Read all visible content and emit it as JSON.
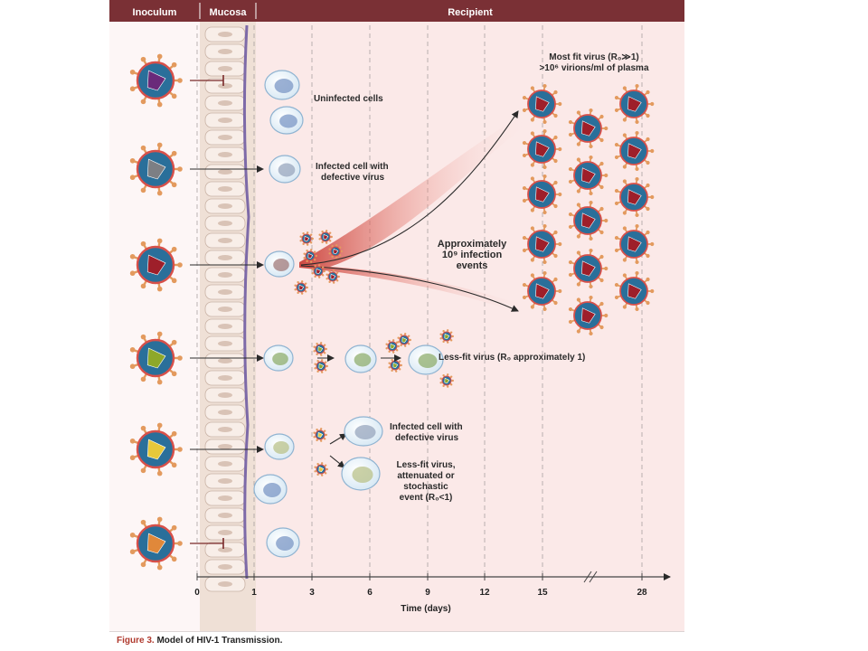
{
  "headers": {
    "inoculum": "Inoculum",
    "mucosa": "Mucosa",
    "recipient": "Recipient"
  },
  "labels": {
    "uninfected": "Uninfected cells",
    "infected_defective_1": [
      "Infected cell with",
      "defective virus"
    ],
    "most_fit": [
      "Most fit virus (R₀≫1)",
      ">10⁶ virions/ml of plasma"
    ],
    "infection_events": [
      "Approximately",
      "10⁹ infection",
      "events"
    ],
    "less_fit": "Less-fit virus (R₀ approximately 1)",
    "infected_defective_2": [
      "Infected cell with",
      "defective virus"
    ],
    "attenuated": [
      "Less-fit virus,",
      "attenuated or",
      "stochastic",
      "event (R₀<1)"
    ]
  },
  "axis": {
    "ticks": [
      "0",
      "1",
      "3",
      "6",
      "9",
      "12",
      "15",
      "28"
    ],
    "title": "Time (days)"
  },
  "caption": {
    "number": "Figure 3.",
    "title": "Model of HIV-1 Transmission."
  },
  "colors": {
    "header": "#7a3035",
    "background": "#fbe9e8",
    "inoculum_bg": "#fdf6f6",
    "mucosa": "#efe0d6",
    "arrow": "#2a2a2a",
    "blocked": "#7a2a2a",
    "virus_shell": "#2a6f9a",
    "virus_ring": "#d8504a",
    "spike": "#e39a5e",
    "virus_cores": [
      "#6a2a7a",
      "#7d7f84",
      "#9e1f2a",
      "#8ea82a",
      "#e6c83a",
      "#e0883a"
    ],
    "cell": "#d7e8f4",
    "cell_nucleus": "#6e8fbc"
  }
}
